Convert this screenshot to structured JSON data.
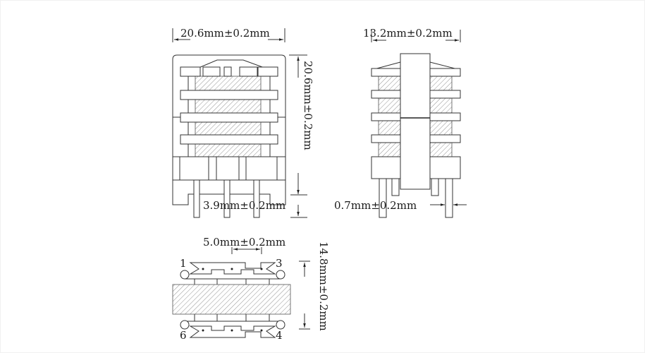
{
  "drawing": {
    "title": "Transformer bobbin dimension drawing",
    "views": {
      "front": {
        "width_label": "20.6mm±0.2mm",
        "height_label": "20.6mm±0.2mm",
        "pin_length_label": "3.9mm±0.2mm"
      },
      "side": {
        "width_label": "13.2mm±0.2mm",
        "pin_diameter_label": "0.7mm±0.2mm"
      },
      "bottom": {
        "pin_pitch_label": "5.0mm±0.2mm",
        "row_spacing_label": "14.8mm±0.2mm",
        "pins": [
          {
            "number": "1",
            "position": "top-left"
          },
          {
            "number": "3",
            "position": "top-right"
          },
          {
            "number": "6",
            "position": "bottom-left"
          },
          {
            "number": "4",
            "position": "bottom-right"
          }
        ]
      }
    },
    "colors": {
      "line": "#333333",
      "text": "#1a1a1a",
      "background": "#ffffff"
    }
  }
}
